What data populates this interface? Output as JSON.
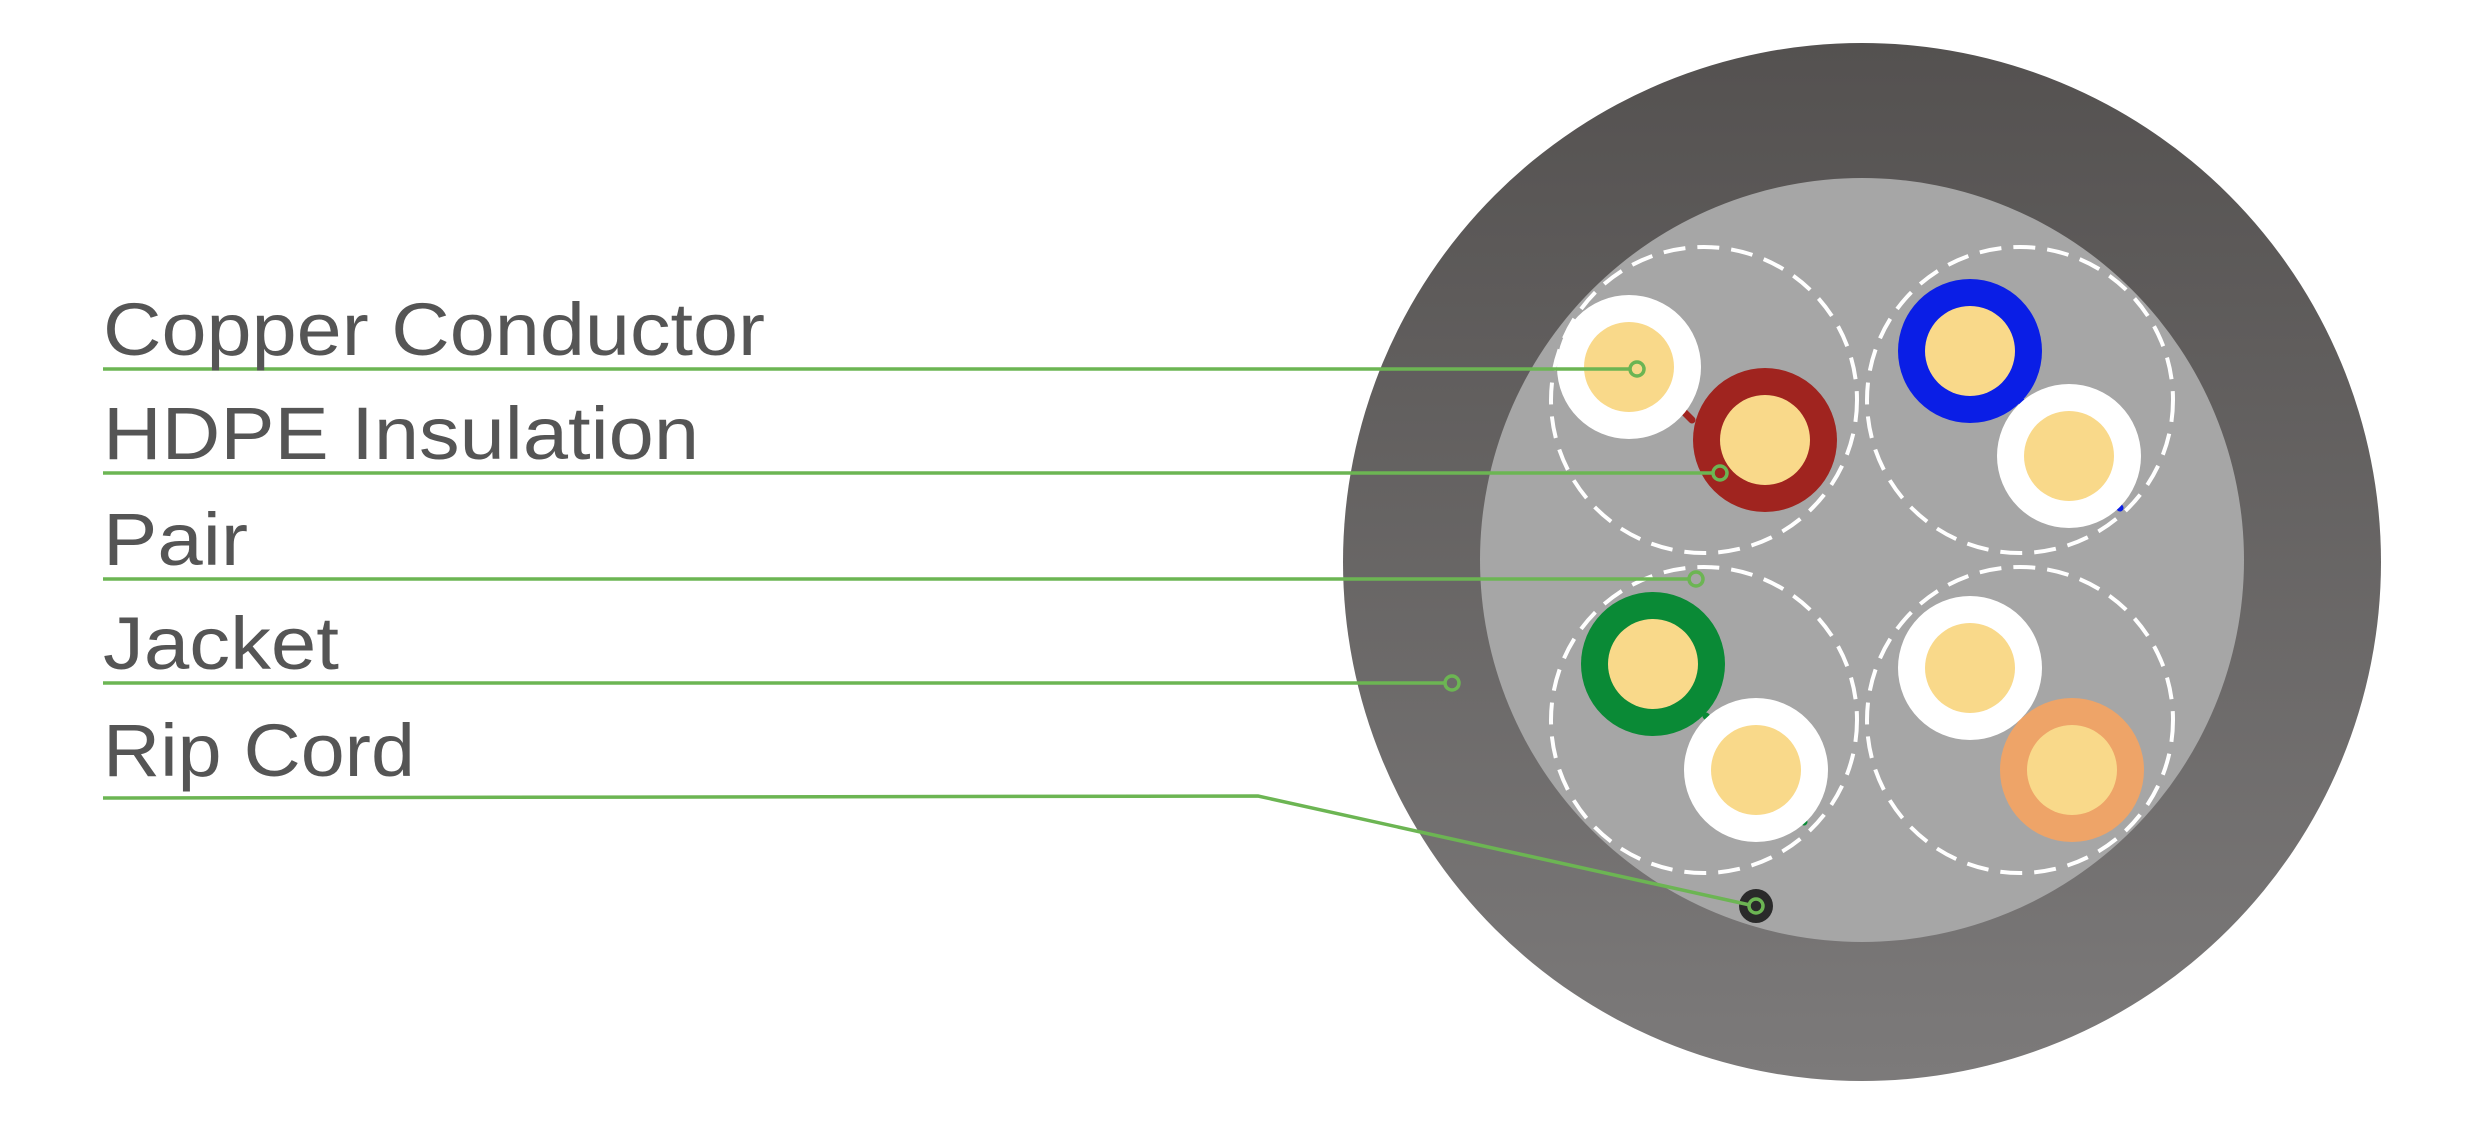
{
  "labels": [
    {
      "id": "copper-conductor",
      "text": "Copper Conductor"
    },
    {
      "id": "hdpe-insulation",
      "text": "HDPE Insulation"
    },
    {
      "id": "pair",
      "text": "Pair"
    },
    {
      "id": "jacket",
      "text": "Jacket"
    },
    {
      "id": "rip-cord",
      "text": "Rip Cord"
    }
  ],
  "colors": {
    "leader": "#6cb553",
    "text": "#555555",
    "jacket_top": "#545150",
    "jacket_bottom": "#7c7a7a",
    "core": "#a6a6a6",
    "conductor": "#f9d98a",
    "brown": "#a0241f",
    "blue": "#0a1ee6",
    "green": "#0a8a36",
    "orange": "#eea468",
    "white": "#ffffff"
  }
}
